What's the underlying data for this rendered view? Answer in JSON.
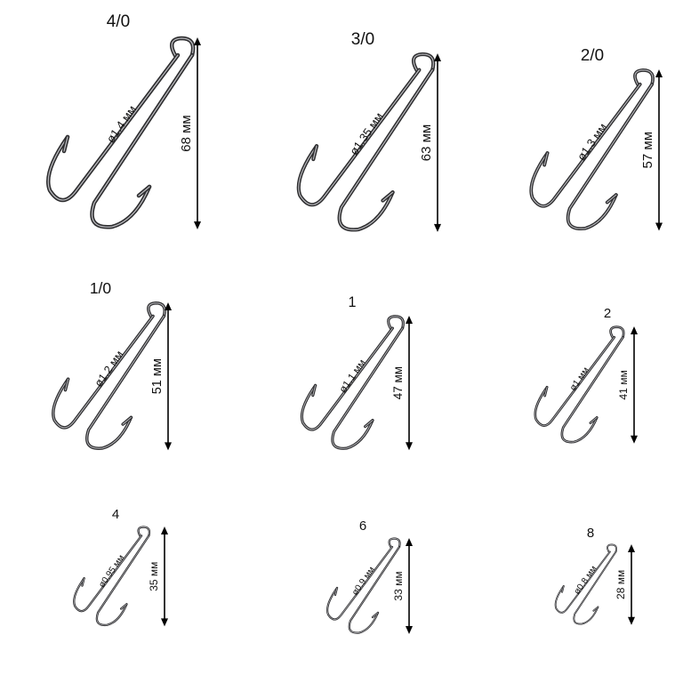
{
  "hooks": [
    {
      "size": "4/0",
      "diameter": "ø1.4 мм",
      "length": "68 мм"
    },
    {
      "size": "3/0",
      "diameter": "ø1.35 мм",
      "length": "63 мм"
    },
    {
      "size": "2/0",
      "diameter": "ø1.3 мм",
      "length": "57 мм"
    },
    {
      "size": "1/0",
      "diameter": "ø1.2 мм",
      "length": "51 мм"
    },
    {
      "size": "1",
      "diameter": "ø1.1 мм",
      "length": "47 мм"
    },
    {
      "size": "2",
      "diameter": "ø1 мм",
      "length": "41 мм"
    },
    {
      "size": "4",
      "diameter": "ø0.95 мм",
      "length": "35 мм"
    },
    {
      "size": "6",
      "diameter": "ø0.9 мм",
      "length": "33 мм"
    },
    {
      "size": "8",
      "diameter": "ø0.8 мм",
      "length": "28 мм"
    }
  ],
  "colors": {
    "hook_metal": "#2e2e30",
    "hook_highlight": "#b9b9bd",
    "text": "#111111"
  }
}
